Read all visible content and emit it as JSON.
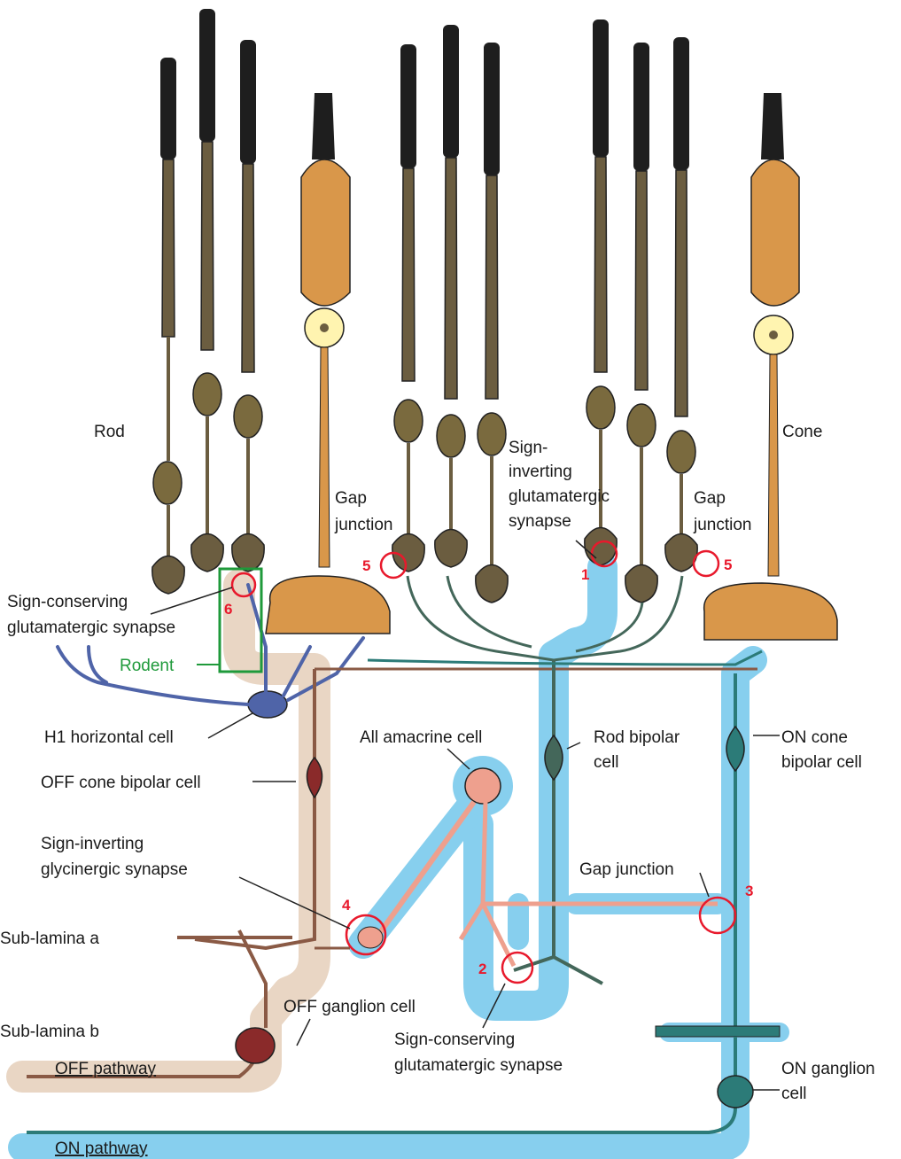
{
  "colors": {
    "rod": "#6b5d40",
    "rod_outer": "#1e1e1e",
    "cone": "#d9974a",
    "nucleus_rod": "#7a6a3e",
    "nucleus_cone": "#fff4b0",
    "horizontal": "#4f64a8",
    "off_pathway": "#8a5a45",
    "off_highlight": "#e9d6c4",
    "on_pathway": "#2c7b78",
    "on_highlight": "#87cfee",
    "rod_bipolar": "#44675a",
    "amacrine": "#eea08e",
    "ganglion_off": "#8a2a2a",
    "marker": "#e8192c",
    "rodent_box": "#1f9a3b"
  },
  "labels": {
    "rod": "Rod",
    "cone": "Cone",
    "gap_junction_left": [
      "Gap",
      "junction"
    ],
    "gap_junction_right": [
      "Gap",
      "junction"
    ],
    "sign_inverting_glut": [
      "Sign-",
      "inverting",
      "glutamatergic",
      "synapse"
    ],
    "sign_conserving_top": [
      "Sign-conserving",
      "glutamatergic synapse"
    ],
    "rodent": "Rodent",
    "h1_horizontal": "H1 horizontal cell",
    "off_cone_bipolar": "OFF cone bipolar cell",
    "all_amacrine": "All amacrine cell",
    "rod_bipolar": [
      "Rod bipolar",
      "cell"
    ],
    "on_cone_bipolar": [
      "ON cone",
      "bipolar cell"
    ],
    "sign_inverting_gly": [
      "Sign-inverting",
      "glycinergic synapse"
    ],
    "gap_junction_mid": "Gap junction",
    "sub_lamina_a": "Sub-lamina a",
    "sub_lamina_b": "Sub-lamina b",
    "off_ganglion": "OFF ganglion cell",
    "sign_conserving_bottom": [
      "Sign-conserving",
      "glutamatergic synapse"
    ],
    "on_ganglion": [
      "ON ganglion",
      "cell"
    ],
    "off_pathway": "OFF pathway",
    "on_pathway": "ON pathway"
  },
  "markers": {
    "m1": "1",
    "m2": "2",
    "m3": "3",
    "m4": "4",
    "m5_left": "5",
    "m5_right": "5",
    "m6": "6"
  }
}
